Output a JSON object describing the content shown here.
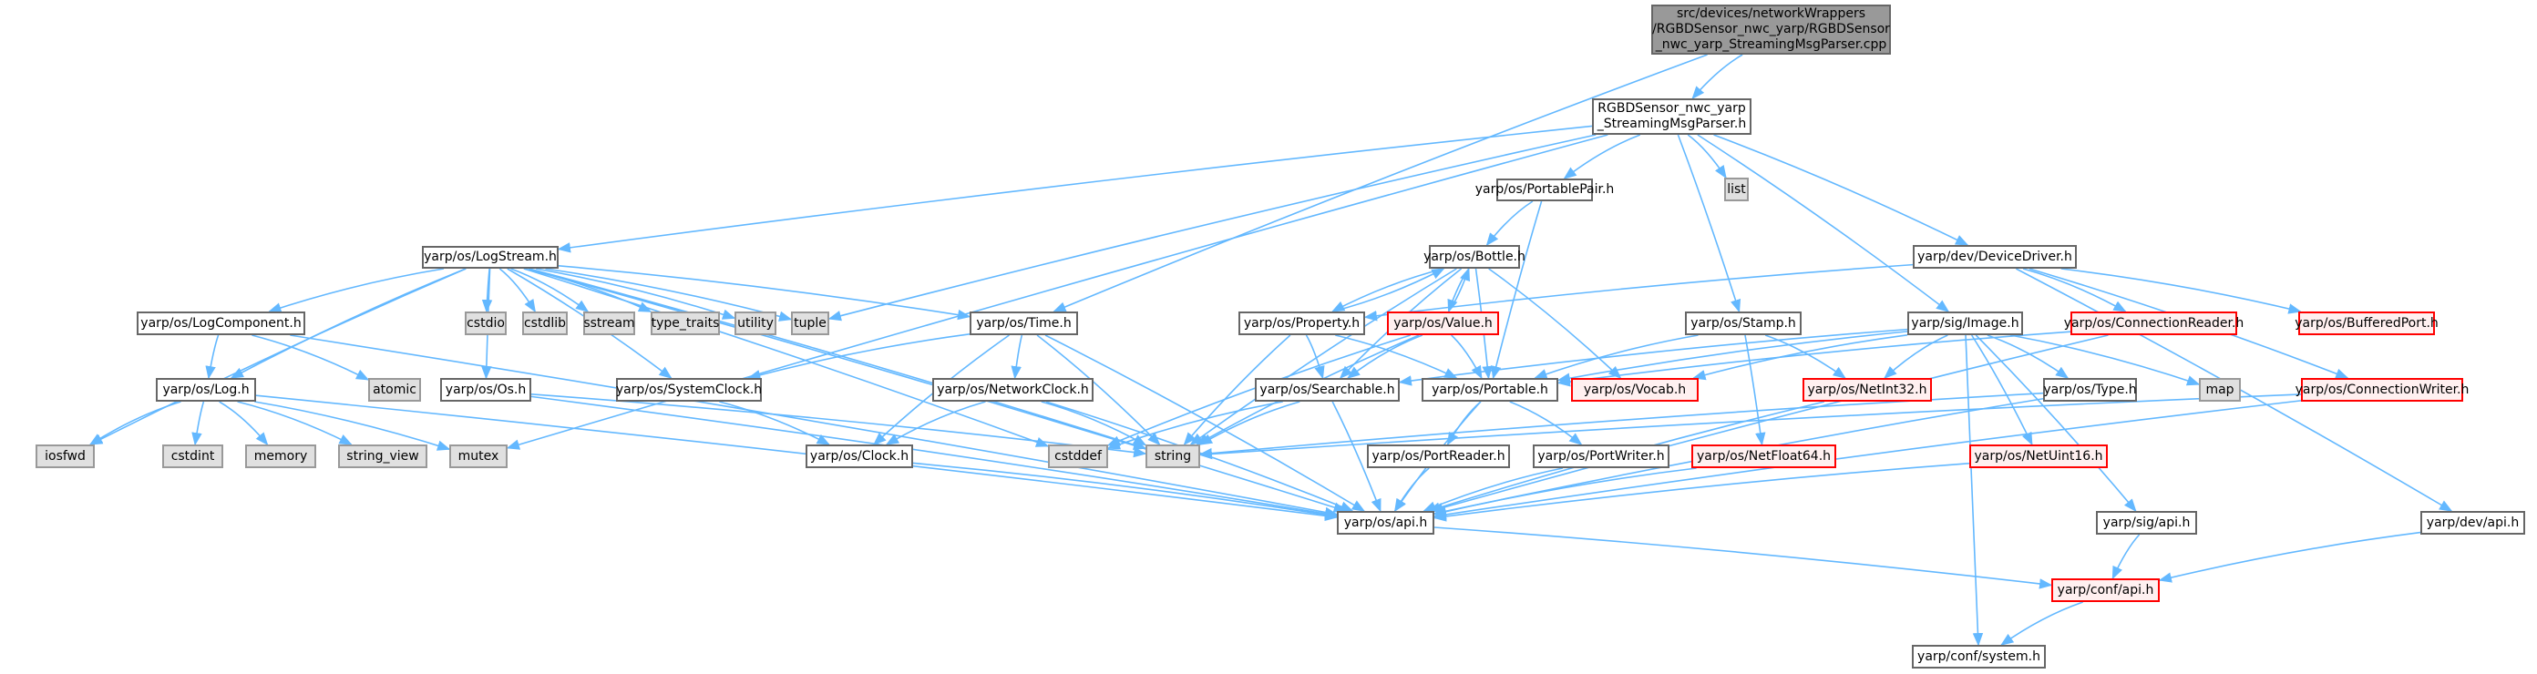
{
  "diagram": {
    "type": "include-dependency-graph",
    "colors": {
      "edge": "#63b8ff",
      "root_fill": "#999999",
      "system_fill": "#e0e0e0",
      "truncated_border": "#ff0000",
      "truncated_fill": "#fff0f0",
      "node_border": "#666666"
    },
    "nodes": [
      {
        "id": "root",
        "label": "src/devices/networkWrappers\n/RGBDSensor_nwc_yarp/RGBDSensor\n_nwc_yarp_StreamingMsgParser.cpp",
        "kind": "root"
      },
      {
        "id": "parser_h",
        "label": "RGBDSensor_nwc_yarp\n_StreamingMsgParser.h",
        "kind": "normal"
      },
      {
        "id": "logstream",
        "label": "yarp/os/LogStream.h",
        "kind": "normal"
      },
      {
        "id": "portablepair",
        "label": "yarp/os/PortablePair.h",
        "kind": "normal"
      },
      {
        "id": "list",
        "label": "list",
        "kind": "system"
      },
      {
        "id": "devicedriver",
        "label": "yarp/dev/DeviceDriver.h",
        "kind": "normal"
      },
      {
        "id": "bottle",
        "label": "yarp/os/Bottle.h",
        "kind": "normal"
      },
      {
        "id": "logcomponent",
        "label": "yarp/os/LogComponent.h",
        "kind": "normal"
      },
      {
        "id": "atomic",
        "label": "atomic",
        "kind": "system"
      },
      {
        "id": "os_h",
        "label": "yarp/os/Os.h",
        "kind": "normal"
      },
      {
        "id": "cstdio",
        "label": "cstdio",
        "kind": "system"
      },
      {
        "id": "cstdlib",
        "label": "cstdlib",
        "kind": "system"
      },
      {
        "id": "sstream",
        "label": "sstream",
        "kind": "system"
      },
      {
        "id": "type_traits",
        "label": "type_traits",
        "kind": "system"
      },
      {
        "id": "utility",
        "label": "utility",
        "kind": "system"
      },
      {
        "id": "tuple",
        "label": "tuple",
        "kind": "system"
      },
      {
        "id": "time_h",
        "label": "yarp/os/Time.h",
        "kind": "normal"
      },
      {
        "id": "systemclock",
        "label": "yarp/os/SystemClock.h",
        "kind": "normal"
      },
      {
        "id": "networkclock",
        "label": "yarp/os/NetworkClock.h",
        "kind": "normal"
      },
      {
        "id": "property",
        "label": "yarp/os/Property.h",
        "kind": "normal"
      },
      {
        "id": "value",
        "label": "yarp/os/Value.h",
        "kind": "truncated"
      },
      {
        "id": "stamp",
        "label": "yarp/os/Stamp.h",
        "kind": "normal"
      },
      {
        "id": "image",
        "label": "yarp/sig/Image.h",
        "kind": "normal"
      },
      {
        "id": "connreader",
        "label": "yarp/os/ConnectionReader.h",
        "kind": "truncated"
      },
      {
        "id": "bufferedport",
        "label": "yarp/os/BufferedPort.h",
        "kind": "truncated"
      },
      {
        "id": "log_h",
        "label": "yarp/os/Log.h",
        "kind": "normal"
      },
      {
        "id": "clock",
        "label": "yarp/os/Clock.h",
        "kind": "normal"
      },
      {
        "id": "cstddef",
        "label": "cstddef",
        "kind": "system"
      },
      {
        "id": "searchable",
        "label": "yarp/os/Searchable.h",
        "kind": "normal"
      },
      {
        "id": "portable",
        "label": "yarp/os/Portable.h",
        "kind": "normal"
      },
      {
        "id": "vocab",
        "label": "yarp/os/Vocab.h",
        "kind": "truncated"
      },
      {
        "id": "netint32",
        "label": "yarp/os/NetInt32.h",
        "kind": "truncated"
      },
      {
        "id": "type_h",
        "label": "yarp/os/Type.h",
        "kind": "normal"
      },
      {
        "id": "map",
        "label": "map",
        "kind": "system"
      },
      {
        "id": "connwriter",
        "label": "yarp/os/ConnectionWriter.h",
        "kind": "truncated"
      },
      {
        "id": "iosfwd",
        "label": "iosfwd",
        "kind": "system"
      },
      {
        "id": "cstdint",
        "label": "cstdint",
        "kind": "system"
      },
      {
        "id": "memory",
        "label": "memory",
        "kind": "system"
      },
      {
        "id": "string_view",
        "label": "string_view",
        "kind": "system"
      },
      {
        "id": "mutex",
        "label": "mutex",
        "kind": "system"
      },
      {
        "id": "string",
        "label": "string",
        "kind": "system"
      },
      {
        "id": "portreader",
        "label": "yarp/os/PortReader.h",
        "kind": "normal"
      },
      {
        "id": "portwriter",
        "label": "yarp/os/PortWriter.h",
        "kind": "normal"
      },
      {
        "id": "netfloat64",
        "label": "yarp/os/NetFloat64.h",
        "kind": "truncated"
      },
      {
        "id": "netuint16",
        "label": "yarp/os/NetUint16.h",
        "kind": "truncated"
      },
      {
        "id": "os_api",
        "label": "yarp/os/api.h",
        "kind": "normal"
      },
      {
        "id": "sig_api",
        "label": "yarp/sig/api.h",
        "kind": "normal"
      },
      {
        "id": "dev_api",
        "label": "yarp/dev/api.h",
        "kind": "normal"
      },
      {
        "id": "conf_api",
        "label": "yarp/conf/api.h",
        "kind": "truncated"
      },
      {
        "id": "conf_system",
        "label": "yarp/conf/system.h",
        "kind": "normal"
      }
    ],
    "edges": [
      [
        "root",
        "parser_h"
      ],
      [
        "root",
        "time_h"
      ],
      [
        "parser_h",
        "logstream"
      ],
      [
        "parser_h",
        "portablepair"
      ],
      [
        "parser_h",
        "list"
      ],
      [
        "parser_h",
        "devicedriver"
      ],
      [
        "parser_h",
        "stamp"
      ],
      [
        "parser_h",
        "image"
      ],
      [
        "parser_h",
        "tuple"
      ],
      [
        "parser_h",
        "mutex"
      ],
      [
        "logstream",
        "cstdio"
      ],
      [
        "logstream",
        "cstdlib"
      ],
      [
        "logstream",
        "sstream"
      ],
      [
        "logstream",
        "type_traits"
      ],
      [
        "logstream",
        "utility"
      ],
      [
        "logstream",
        "tuple"
      ],
      [
        "logstream",
        "time_h"
      ],
      [
        "logstream",
        "logcomponent"
      ],
      [
        "logstream",
        "log_h"
      ],
      [
        "logstream",
        "os_h"
      ],
      [
        "logstream",
        "systemclock"
      ],
      [
        "logstream",
        "iosfwd"
      ],
      [
        "logstream",
        "os_api"
      ],
      [
        "logstream",
        "string"
      ],
      [
        "logstream",
        "cstddef"
      ],
      [
        "logcomponent",
        "log_h"
      ],
      [
        "logcomponent",
        "atomic"
      ],
      [
        "logcomponent",
        "os_api"
      ],
      [
        "log_h",
        "iosfwd"
      ],
      [
        "log_h",
        "cstdint"
      ],
      [
        "log_h",
        "memory"
      ],
      [
        "log_h",
        "string_view"
      ],
      [
        "log_h",
        "mutex"
      ],
      [
        "log_h",
        "os_api"
      ],
      [
        "os_h",
        "string"
      ],
      [
        "os_h",
        "os_api"
      ],
      [
        "time_h",
        "systemclock"
      ],
      [
        "time_h",
        "networkclock"
      ],
      [
        "time_h",
        "clock"
      ],
      [
        "time_h",
        "string"
      ],
      [
        "time_h",
        "os_api"
      ],
      [
        "systemclock",
        "clock"
      ],
      [
        "networkclock",
        "clock"
      ],
      [
        "networkclock",
        "string"
      ],
      [
        "networkclock",
        "os_api"
      ],
      [
        "clock",
        "os_api"
      ],
      [
        "portablepair",
        "bottle"
      ],
      [
        "portablepair",
        "portable"
      ],
      [
        "bottle",
        "property"
      ],
      [
        "bottle",
        "value"
      ],
      [
        "bottle",
        "portable"
      ],
      [
        "bottle",
        "searchable"
      ],
      [
        "bottle",
        "vocab"
      ],
      [
        "bottle",
        "string"
      ],
      [
        "property",
        "bottle"
      ],
      [
        "property",
        "searchable"
      ],
      [
        "property",
        "portable"
      ],
      [
        "property",
        "string"
      ],
      [
        "value",
        "bottle"
      ],
      [
        "value",
        "searchable"
      ],
      [
        "value",
        "portable"
      ],
      [
        "value",
        "cstddef"
      ],
      [
        "value",
        "string"
      ],
      [
        "searchable",
        "cstddef"
      ],
      [
        "searchable",
        "string"
      ],
      [
        "searchable",
        "os_api"
      ],
      [
        "portable",
        "portreader"
      ],
      [
        "portable",
        "portwriter"
      ],
      [
        "portable",
        "os_api"
      ],
      [
        "portreader",
        "os_api"
      ],
      [
        "portwriter",
        "os_api"
      ],
      [
        "stamp",
        "portable"
      ],
      [
        "stamp",
        "netint32"
      ],
      [
        "stamp",
        "netfloat64"
      ],
      [
        "image",
        "portable"
      ],
      [
        "image",
        "vocab"
      ],
      [
        "image",
        "netint32"
      ],
      [
        "image",
        "type_h"
      ],
      [
        "image",
        "map"
      ],
      [
        "image",
        "netuint16"
      ],
      [
        "image",
        "sig_api"
      ],
      [
        "image",
        "conf_system"
      ],
      [
        "image",
        "searchable"
      ],
      [
        "netint32",
        "os_api"
      ],
      [
        "netfloat64",
        "os_api"
      ],
      [
        "netuint16",
        "os_api"
      ],
      [
        "type_h",
        "string"
      ],
      [
        "type_h",
        "os_api"
      ],
      [
        "devicedriver",
        "property"
      ],
      [
        "devicedriver",
        "connreader"
      ],
      [
        "devicedriver",
        "bufferedport"
      ],
      [
        "devicedriver",
        "connwriter"
      ],
      [
        "devicedriver",
        "dev_api"
      ],
      [
        "connreader",
        "portable"
      ],
      [
        "connreader",
        "os_api"
      ],
      [
        "connwriter",
        "string"
      ],
      [
        "connwriter",
        "os_api"
      ],
      [
        "os_api",
        "conf_api"
      ],
      [
        "sig_api",
        "conf_api"
      ],
      [
        "dev_api",
        "conf_api"
      ],
      [
        "conf_api",
        "conf_system"
      ]
    ]
  }
}
